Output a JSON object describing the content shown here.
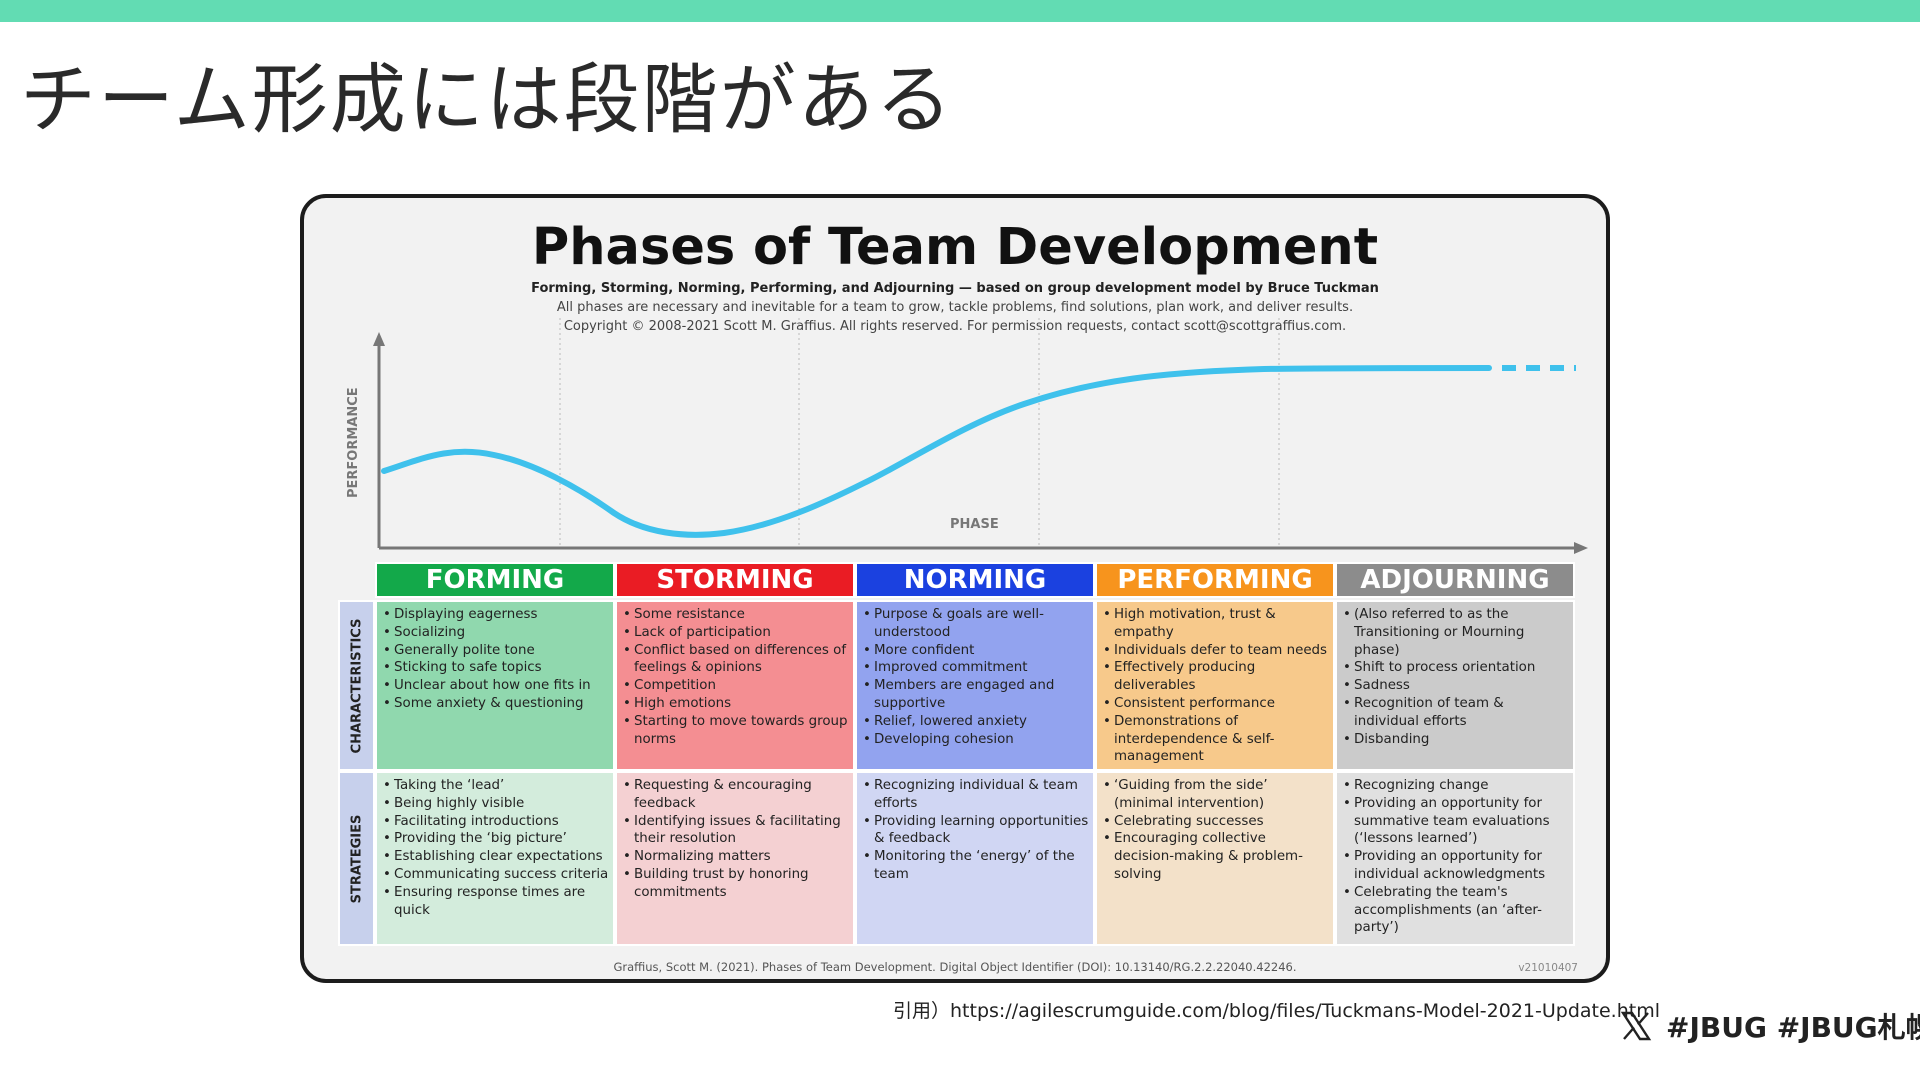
{
  "slide": {
    "title": "チーム形成には段階がある",
    "source": "引用）https://agilescrumguide.com/blog/files/Tuckmans-Model-2021-Update.html",
    "hashtags": "#JBUG #JBUG札幌",
    "accent_color": "#62dcb3"
  },
  "diagram": {
    "title": "Phases of Team Development",
    "subtitle_1": "Forming, Storming, Norming, Performing, and Adjourning — based on group development model by Bruce Tuckman",
    "subtitle_2": "All phases are necessary and inevitable for a team to grow, tackle problems, find solutions, plan work, and deliver results.",
    "subtitle_3": "Copyright © 2008-2021 Scott M. Graffius. All rights reserved. For permission requests, contact scott@scottgraffius.com.",
    "y_axis_label": "PERFORMANCE",
    "x_axis_label": "PHASE",
    "row_labels": {
      "characteristics": "CHARACTERISTICS",
      "strategies": "STRATEGIES"
    },
    "citation": "Graffius, Scott M. (2021). Phases of Team Development. Digital Object Identifier (DOI): 10.13140/RG.2.2.22040.42246.",
    "version": "v21010407",
    "curve_color": "#3fc1ec",
    "phases": [
      {
        "name": "FORMING",
        "color": "#13a94a",
        "char_color": "#90d8ae",
        "strat_color": "#d3ecdc",
        "characteristics": [
          "Displaying eagerness",
          "Socializing",
          "Generally polite tone",
          "Sticking to safe topics",
          "Unclear about how one fits in",
          "Some anxiety & questioning"
        ],
        "strategies": [
          "Taking the ‘lead’",
          "Being highly visible",
          "Facilitating introductions",
          "Providing the ‘big picture’",
          "Establishing clear expectations",
          "Communicating success criteria",
          "Ensuring response times are quick"
        ]
      },
      {
        "name": "STORMING",
        "color": "#ea1c24",
        "char_color": "#f48e92",
        "strat_color": "#f4d0d2",
        "characteristics": [
          "Some resistance",
          "Lack of participation",
          "Conflict based on differences of feelings & opinions",
          "Competition",
          "High emotions",
          "Starting to move towards group norms"
        ],
        "strategies": [
          "Requesting & encouraging feedback",
          "Identifying issues & facilitating their resolution",
          "Normalizing matters",
          "Building trust by honoring commitments"
        ]
      },
      {
        "name": "NORMING",
        "color": "#1b41e0",
        "char_color": "#92a3ef",
        "strat_color": "#d0d6f3",
        "characteristics": [
          "Purpose & goals are well-understood",
          "More confident",
          "Improved commitment",
          "Members are engaged and supportive",
          "Relief, lowered anxiety",
          "Developing cohesion"
        ],
        "strategies": [
          "Recognizing individual & team efforts",
          "Providing learning opportunities & feedback",
          "Monitoring the ‘energy’ of the team"
        ]
      },
      {
        "name": "PERFORMING",
        "color": "#f7941d",
        "char_color": "#f7c98b",
        "strat_color": "#f3e1c9",
        "characteristics": [
          "High motivation, trust & empathy",
          "Individuals defer to team needs",
          "Effectively producing deliverables",
          "Consistent performance",
          "Demonstrations of interdependence & self-management"
        ],
        "strategies": [
          "‘Guiding from the side’ (minimal intervention)",
          "Celebrating successes",
          "Encouraging collective decision-making & problem-solving"
        ]
      },
      {
        "name": "ADJOURNING",
        "color": "#8c8c8c",
        "char_color": "#cbcbcb",
        "strat_color": "#e0e0e0",
        "characteristics": [
          "(Also referred to as the Transitioning or Mourning phase)",
          "Shift to process orientation",
          "Sadness",
          "Recognition of team & individual efforts",
          "Disbanding"
        ],
        "strategies": [
          "Recognizing change",
          "Providing an opportunity for summative team evaluations (‘lessons learned’)",
          "Providing an opportunity for individual acknowledgments",
          "Celebrating the team's accomplishments (an ‘after-party’)"
        ]
      }
    ]
  }
}
